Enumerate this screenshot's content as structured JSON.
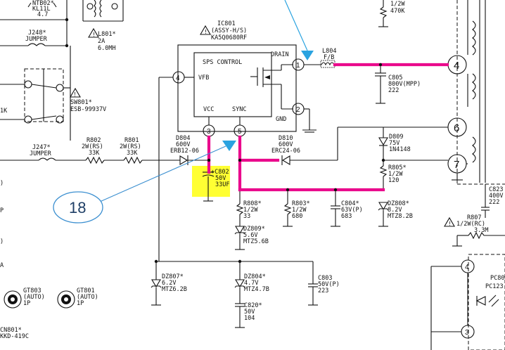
{
  "colors": {
    "highlight_trace": "#ea0a8c",
    "highlight_box": "#ffff33",
    "arrow": "#2aa3e0",
    "callout_ring": "#3b8fd0"
  },
  "ic801": {
    "ref": "IC801",
    "part": "(ASSY-H/S)",
    "number": "KA5Q0680RF",
    "block": "SPS CONTROL",
    "pins": {
      "drain": "DRAIN",
      "vfb": "VFB",
      "vcc": "VCC",
      "sync": "SYNC",
      "gnd": "GND",
      "p1": "1",
      "p2": "2",
      "p3": "3",
      "p4": "4",
      "p5": "5"
    }
  },
  "components": {
    "ntb02_a": "NTB02*",
    "ntb02_b": "KL11L",
    "ntb02_c": "4.7",
    "l801_a": "L801*",
    "l801_b": "2A",
    "l801_c": "6.0MH",
    "j248_a": "J248*",
    "j248_b": "JUMPER",
    "sw801_a": "SW801*",
    "sw801_b": "ESB-99937V",
    "k1": "1K",
    "j247_a": "J247*",
    "j247_b": "JUMPER",
    "r802_a": "R802",
    "r802_b": "2W(RS)",
    "r802_c": "33K",
    "r801_a": "R801",
    "r801_b": "2W(RS)",
    "r801_c": "33K",
    "d804_a": "D804",
    "d804_b": "600V",
    "d804_c": "ERB12-06",
    "d810_a": "D810",
    "d810_b": "600V",
    "d810_c": "ERC24-06",
    "c802_a": "+C802",
    "c802_b": "50V",
    "c802_c": "33UF",
    "l804_a": "L804",
    "l804_b": "F/B",
    "c805_a": "C805",
    "c805_b": "800V(MPP)",
    "c805_c": "222",
    "top_r_a": "1/2W",
    "top_r_b": "470K",
    "d809_a": "D809",
    "d809_b": "75V",
    "d809_c": "1N4148",
    "r805_a": "R805*",
    "r805_b": "1/2W",
    "r805_c": "120",
    "r808_a": "R808*",
    "r808_b": "1/2W",
    "r808_c": "33",
    "r803_a": "R803*",
    "r803_b": "1/2W",
    "r803_c": "680",
    "c804_a": "C804*",
    "c804_b": "63V(P)",
    "c804_c": "683",
    "dz808_a": "DZ808*",
    "dz808_b": "8.2V",
    "dz808_c": "MTZ8.2B",
    "dz809_a": "DZ809*",
    "dz809_b": "5.6V",
    "dz809_c": "MTZ5.6B",
    "dz807_a": "DZ807*",
    "dz807_b": "6.2V",
    "dz807_c": "MTZ6.2B",
    "dz804_a": "DZ804*",
    "dz804_b": "4.7V",
    "dz804_c": "MTZ4.7B",
    "c820_a": "C820*",
    "c820_b": "50V",
    "c820_c": "104",
    "c803_a": "C803",
    "c803_b": "50V(P)",
    "c803_c": "223",
    "c823_a": "C823",
    "c823_b": "400V",
    "c823_c": "222",
    "r807_a": "R807",
    "r807_b": "1/2W(RC)",
    "r807_c": "3.3M",
    "gt803_a": "GT803",
    "gt803_b": "(AUTO)",
    "gt803_c": "1P",
    "gt801_a": "GT801",
    "gt801_b": "(AUTO)",
    "gt801_c": "1P",
    "cn801_a": "CN801*",
    "cn801_b": "KKD-419C",
    "pc801_a": "PC80",
    "pc801_b": "PC123",
    "edge_p": "P",
    "edge_a": "A",
    "edge_p2": ")",
    "edge_p3": ")"
  },
  "transformer_pins": {
    "t4": "4",
    "t6": "6",
    "t7": "7"
  },
  "right_pins": {
    "r4": "4",
    "r3": "3"
  },
  "callout": "18"
}
